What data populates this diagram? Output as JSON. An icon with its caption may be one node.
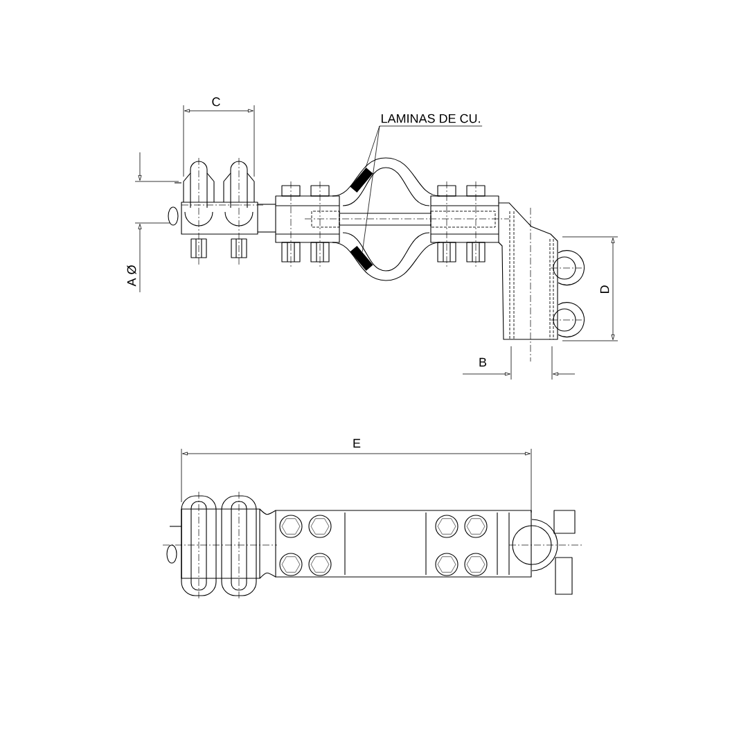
{
  "diagram": {
    "nodes": [
      {
        "text": [
          "LAMINAS DE CU."
        ]
      },
      {
        "text": [],
        "shape": "bar"
      },
      {
        "text": [],
        "shape": "bar"
      }
    ],
    "edges": [
      {
        "from": 0,
        "to": 1,
        "arrow": "none"
      },
      {
        "from": 0,
        "to": 2,
        "arrow": "none"
      }
    ],
    "labels": [
      "C",
      "A Ø",
      "D",
      "B",
      "E"
    ]
  }
}
